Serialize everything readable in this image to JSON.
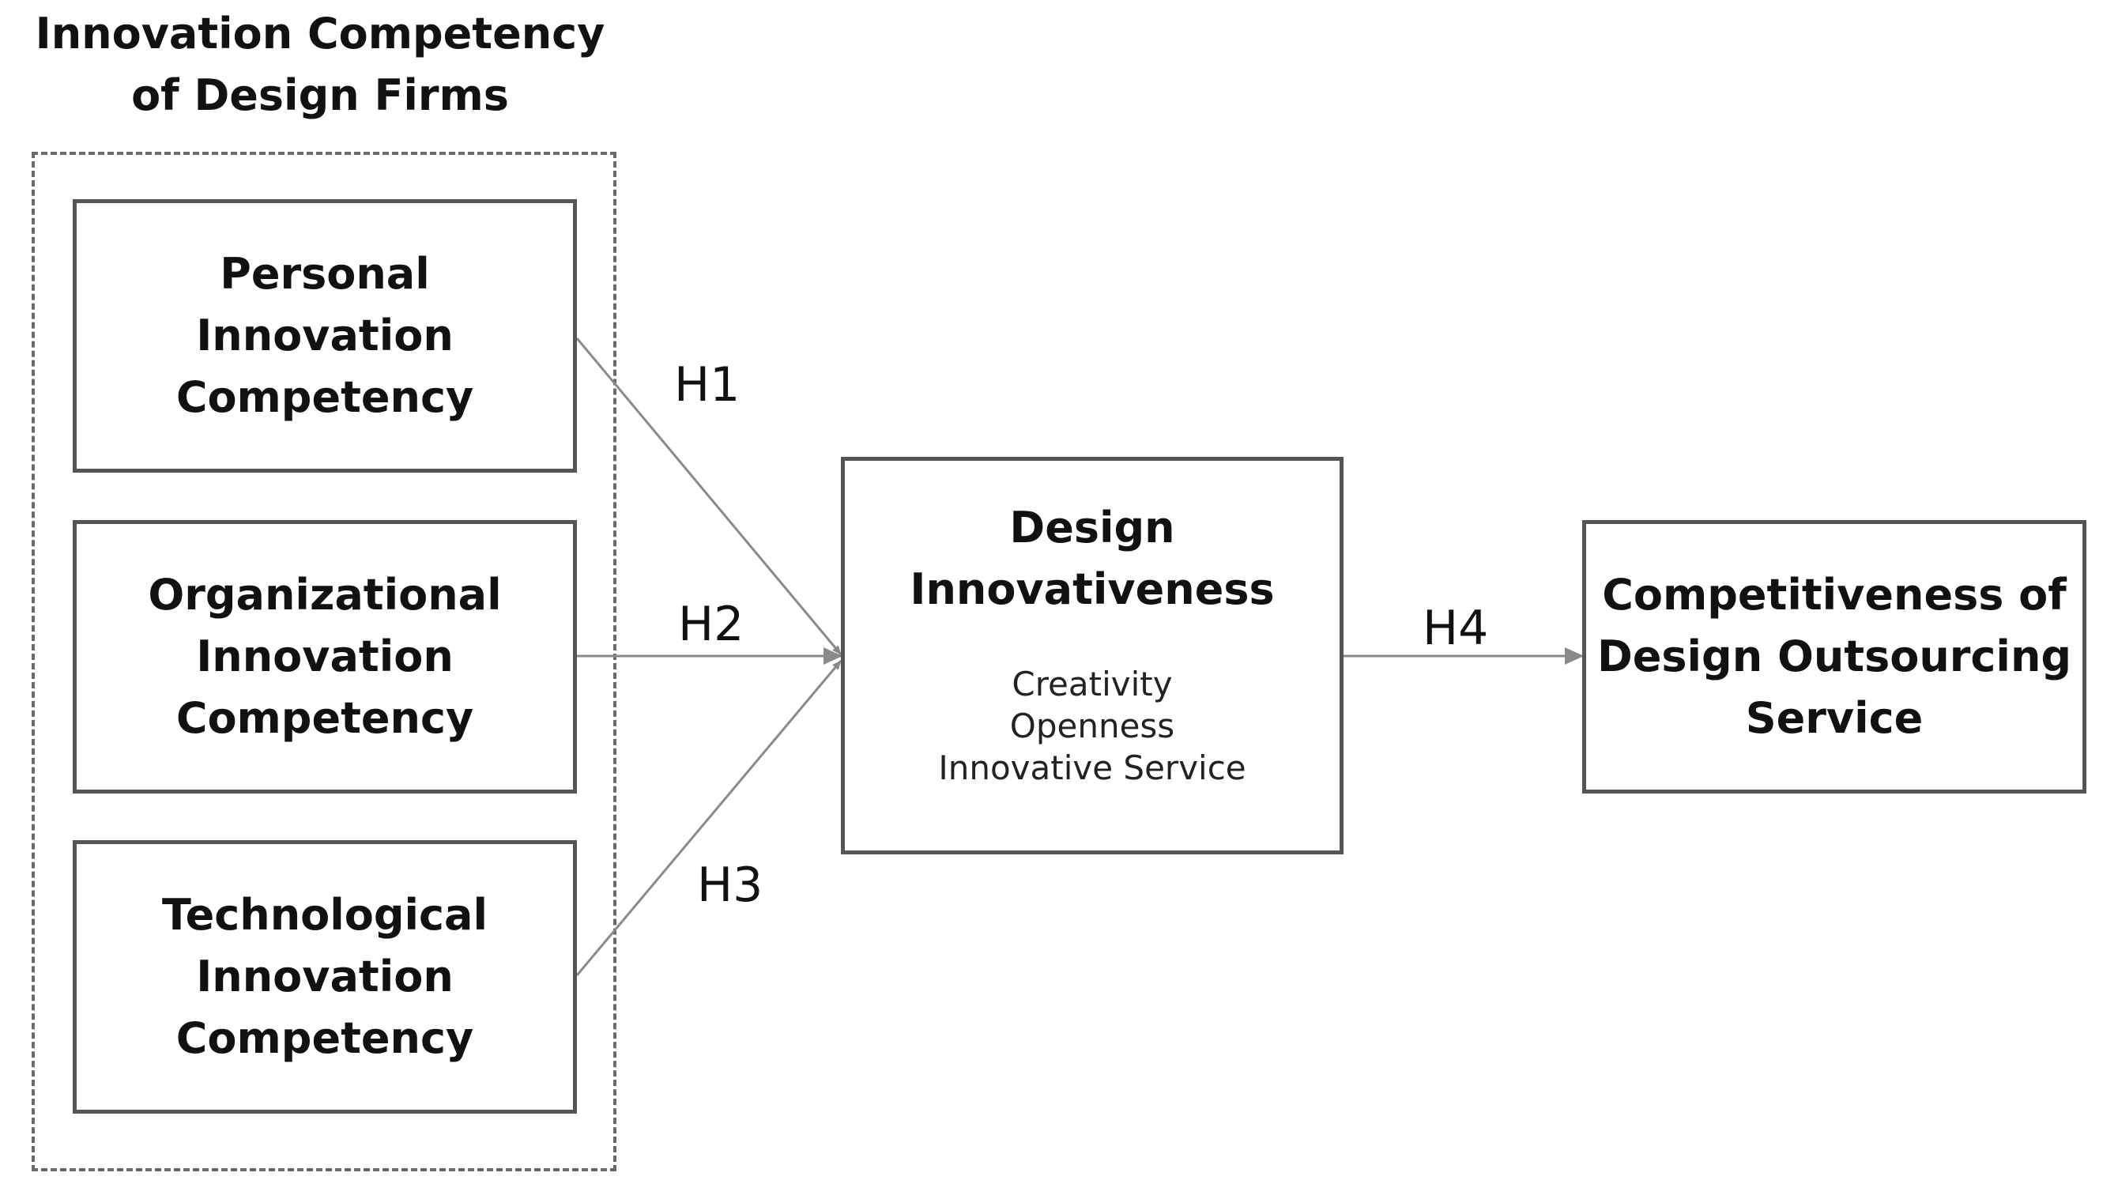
{
  "group": {
    "title_line1": "Innovation Competency",
    "title_line2": "of Design Firms"
  },
  "constructs": {
    "personal": {
      "line1": "Personal",
      "line2": "Innovation",
      "line3": "Competency"
    },
    "organizational": {
      "line1": "Organizational",
      "line2": "Innovation",
      "line3": "Competency"
    },
    "technological": {
      "line1": "Technological",
      "line2": "Innovation",
      "line3": "Competency"
    },
    "design_innovativeness": {
      "line1": "Design",
      "line2": "Innovativeness",
      "sub_items": [
        "Creativity",
        "Openness",
        "Innovative Service"
      ]
    },
    "competitiveness": {
      "line1": "Competitiveness of",
      "line2": "Design Outsourcing",
      "line3": "Service"
    }
  },
  "hypotheses": {
    "h1": "H1",
    "h2": "H2",
    "h3": "H3",
    "h4": "H4"
  },
  "colors": {
    "box_border": "#555555",
    "dashed_frame": "#6a6a6a",
    "connector": "#8a8a8a",
    "text": "#111111"
  }
}
